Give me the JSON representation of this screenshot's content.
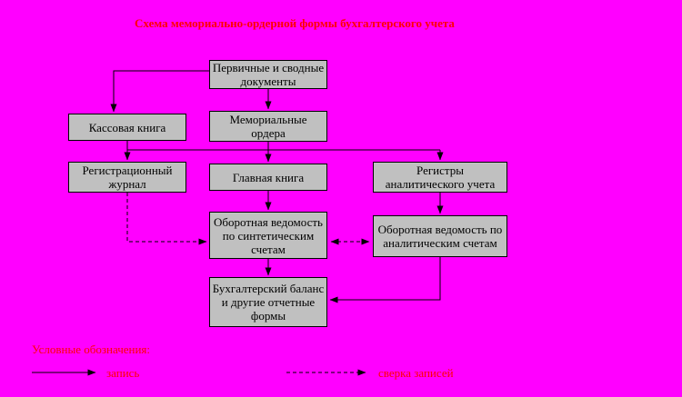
{
  "title": "Схема мемориально-ордерной формы бухгалтерского учета",
  "colors": {
    "background": "#ff00ff",
    "box_fill": "#c0c0c0",
    "box_border": "#000000",
    "accent_text": "#ff0000",
    "box_text": "#000000",
    "line": "#000000"
  },
  "boxes": [
    {
      "id": "primary-documents",
      "label": "Первичные и сводные\nдокументы"
    },
    {
      "id": "cash-book",
      "label": "Кассовая книга"
    },
    {
      "id": "memorial-orders",
      "label": "Мемориальные\nордера"
    },
    {
      "id": "registration-journal",
      "label": "Регистрационный\nжурнал"
    },
    {
      "id": "general-ledger",
      "label": "Главная книга"
    },
    {
      "id": "analytical-registers",
      "label": "Регистры\nаналитического учета"
    },
    {
      "id": "synthetic-turnover-sheet",
      "label": "Оборотная ведомость\nпо синтетическим\nсчетам"
    },
    {
      "id": "analytical-turnover-sheet",
      "label": "Оборотная ведомость по\nаналитическим счетам"
    },
    {
      "id": "balance-sheet",
      "label": "Бухгалтерский баланс\nи другие отчетные\nформы"
    }
  ],
  "edges": [
    {
      "from": "primary-documents",
      "to": "memorial-orders",
      "style": "solid"
    },
    {
      "from": "primary-documents",
      "to": "cash-book",
      "style": "solid"
    },
    {
      "from": "cash-book",
      "to": "registration-journal",
      "style": "solid"
    },
    {
      "from": "memorial-orders",
      "to": "registration-journal",
      "style": "solid"
    },
    {
      "from": "memorial-orders",
      "to": "general-ledger",
      "style": "solid"
    },
    {
      "from": "memorial-orders",
      "to": "analytical-registers",
      "style": "solid"
    },
    {
      "from": "general-ledger",
      "to": "synthetic-turnover-sheet",
      "style": "solid"
    },
    {
      "from": "analytical-registers",
      "to": "analytical-turnover-sheet",
      "style": "solid"
    },
    {
      "from": "synthetic-turnover-sheet",
      "to": "balance-sheet",
      "style": "solid"
    },
    {
      "from": "analytical-turnover-sheet",
      "to": "balance-sheet",
      "style": "solid"
    },
    {
      "from": "registration-journal",
      "to": "synthetic-turnover-sheet",
      "style": "dashed"
    },
    {
      "from": "synthetic-turnover-sheet",
      "to": "analytical-turnover-sheet",
      "style": "dashed-bidirectional"
    }
  ],
  "legend": {
    "heading": "Условные обозначения:",
    "items": [
      {
        "symbol": "solid-arrow",
        "label": "запись"
      },
      {
        "symbol": "dashed-arrow",
        "label": "сверка записей"
      }
    ]
  }
}
